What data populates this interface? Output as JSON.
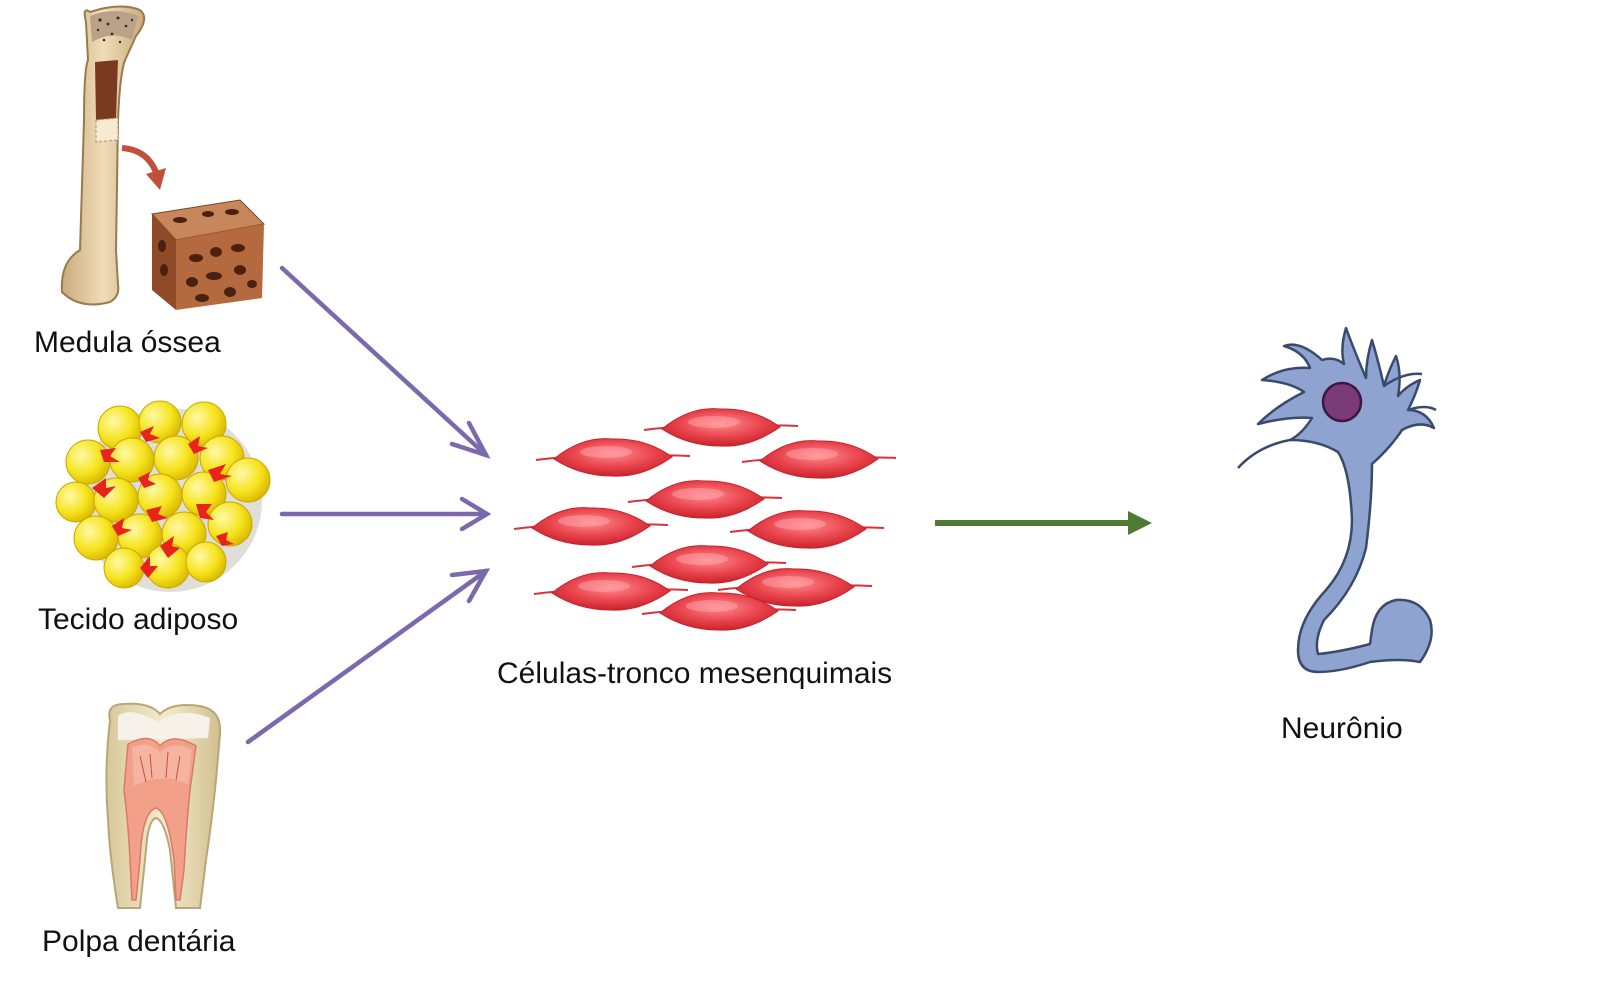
{
  "sources": {
    "bone_marrow": "Medula óssea",
    "adipose_tissue": "Tecido adiposo",
    "dental_pulp": "Polpa dentária"
  },
  "center": {
    "stem_cells": "Células-tronco mesenquimais"
  },
  "target": {
    "neuron": "Neurônio"
  },
  "colors": {
    "source_arrow": "#7b68ad",
    "result_arrow": "#4f7a34",
    "cell_red": "#e8424b",
    "neuron_body": "#8ea3d0",
    "nucleus": "#7b3a7a",
    "fat_yellow": "#f5e11c",
    "bone_beige": "#e8cfa4"
  }
}
